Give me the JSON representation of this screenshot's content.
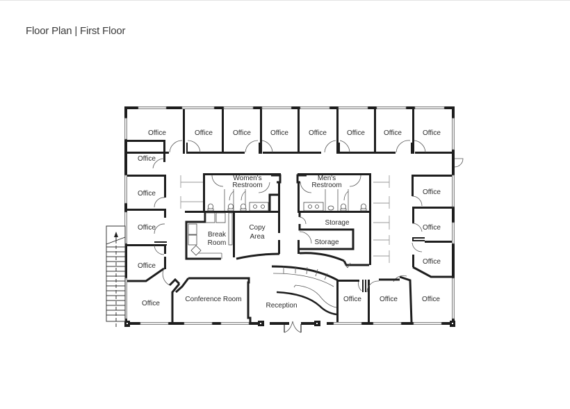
{
  "header": {
    "title": "Floor Plan | First Floor"
  },
  "colors": {
    "wall": "#1e1e1e",
    "window": "#e9e9e9",
    "text": "#2b2b2b",
    "background": "#ffffff"
  },
  "rooms": {
    "top_offices": [
      {
        "label": "Office"
      },
      {
        "label": "Office"
      },
      {
        "label": "Office"
      },
      {
        "label": "Office"
      },
      {
        "label": "Office"
      },
      {
        "label": "Office"
      },
      {
        "label": "Office"
      },
      {
        "label": "Office"
      }
    ],
    "left_offices": [
      {
        "label": "Office"
      },
      {
        "label": "Office"
      },
      {
        "label": "Office"
      },
      {
        "label": "Office"
      },
      {
        "label": "Office"
      }
    ],
    "right_offices": [
      {
        "label": "Office"
      },
      {
        "label": "Office"
      },
      {
        "label": "Office"
      }
    ],
    "bottom_right_offices": [
      {
        "label": "Office"
      },
      {
        "label": "Office"
      },
      {
        "label": "Office"
      }
    ],
    "womens_restroom": {
      "line1": "Women's",
      "line2": "Restroom"
    },
    "mens_restroom": {
      "line1": "Men's",
      "line2": "Restroom"
    },
    "break_room": {
      "line1": "Break",
      "line2": "Room"
    },
    "copy_area": {
      "line1": "Copy",
      "line2": "Area"
    },
    "storage_upper": {
      "label": "Storage"
    },
    "storage_lower": {
      "label": "Storage"
    },
    "conference_room": {
      "label": "Conference Room"
    },
    "reception": {
      "label": "Reception"
    }
  }
}
